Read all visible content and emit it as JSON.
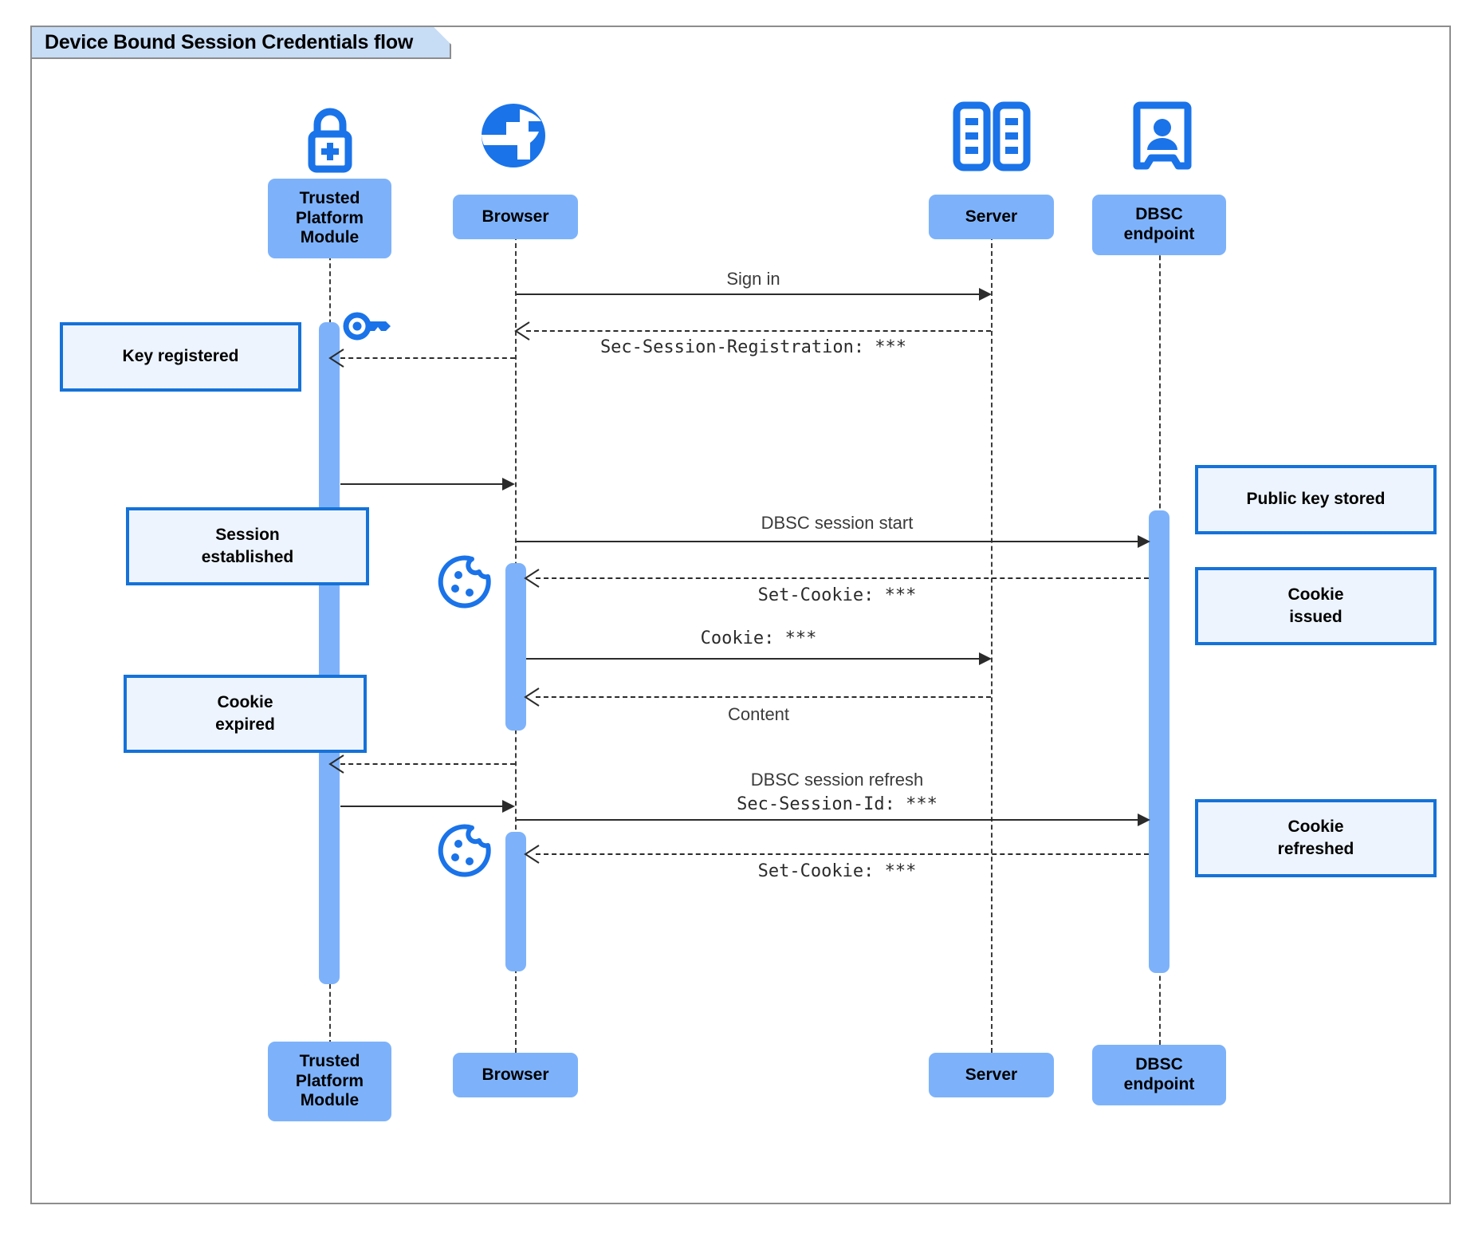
{
  "diagram": {
    "title": "Device Bound Session Credentials flow",
    "type": "sequence-diagram",
    "colors": {
      "participant_fill": "#7db2fb",
      "note_fill": "#edf4fd",
      "note_border": "#1572d8",
      "icon_blue": "#1a73e8",
      "frame_border": "#8d8d8d",
      "title_fill": "#c7dcf5",
      "line": "#2b2b2b"
    }
  },
  "participants": [
    {
      "id": "tpm",
      "label": "Trusted\nPlatform\nModule",
      "icon": "padlock-plus-icon"
    },
    {
      "id": "browser",
      "label": "Browser",
      "icon": "globe-icon"
    },
    {
      "id": "server",
      "label": "Server",
      "icon": "server-rack-icon"
    },
    {
      "id": "dbsc",
      "label": "DBSC\nendpoint",
      "icon": "id-badge-icon"
    }
  ],
  "participants_footer": [
    {
      "id": "tpm",
      "label": "Trusted\nPlatform\nModule"
    },
    {
      "id": "browser",
      "label": "Browser"
    },
    {
      "id": "server",
      "label": "Server"
    },
    {
      "id": "dbsc",
      "label": "DBSC\nendpoint"
    }
  ],
  "messages": [
    {
      "id": "m1",
      "from": "browser",
      "to": "server",
      "style": "solid",
      "label": "Sign in",
      "label_font": "sans"
    },
    {
      "id": "m2",
      "from": "server",
      "to": "browser",
      "style": "dashed",
      "label": "Sec-Session-Registration: ***",
      "label_font": "mono"
    },
    {
      "id": "m3",
      "from": "browser",
      "to": "tpm",
      "style": "dashed",
      "label": "",
      "label_font": "sans"
    },
    {
      "id": "m4",
      "from": "tpm",
      "to": "browser",
      "style": "solid",
      "label": "",
      "label_font": "sans"
    },
    {
      "id": "m5",
      "from": "browser",
      "to": "dbsc",
      "style": "solid",
      "label": "DBSC session start",
      "label_font": "sans"
    },
    {
      "id": "m6",
      "from": "dbsc",
      "to": "browser",
      "style": "dashed",
      "label": "Set-Cookie: ***",
      "label_font": "mono"
    },
    {
      "id": "m7",
      "from": "browser",
      "to": "server",
      "style": "solid",
      "label": "Cookie: ***",
      "label_font": "mono"
    },
    {
      "id": "m8",
      "from": "server",
      "to": "browser",
      "style": "dashed",
      "label": "Content",
      "label_font": "sans"
    },
    {
      "id": "m9",
      "from": "browser",
      "to": "tpm",
      "style": "dashed",
      "label": "",
      "label_font": "sans"
    },
    {
      "id": "m10",
      "from": "tpm",
      "to": "browser",
      "style": "solid",
      "label": "",
      "label_font": "sans"
    },
    {
      "id": "m11",
      "from": "browser",
      "to": "dbsc",
      "style": "solid",
      "label": "DBSC session refresh",
      "label2": "Sec-Session-Id: ***",
      "label_font": "sans",
      "label2_font": "mono"
    },
    {
      "id": "m12",
      "from": "dbsc",
      "to": "browser",
      "style": "dashed",
      "label": "Set-Cookie: ***",
      "label_font": "mono"
    }
  ],
  "notes": [
    {
      "id": "n1",
      "side": "left",
      "anchor": "tpm",
      "label": "Key registered"
    },
    {
      "id": "n2",
      "side": "left",
      "anchor": "tpm",
      "label": "Session\nestablished"
    },
    {
      "id": "n3",
      "side": "left",
      "anchor": "tpm",
      "label": "Cookie\nexpired"
    },
    {
      "id": "n4",
      "side": "right",
      "anchor": "dbsc",
      "label": "Public key stored"
    },
    {
      "id": "n5",
      "side": "right",
      "anchor": "dbsc",
      "label": "Cookie\nissued"
    },
    {
      "id": "n6",
      "side": "right",
      "anchor": "dbsc",
      "label": "Cookie\nrefreshed"
    }
  ],
  "inline_icons": [
    {
      "id": "key1",
      "name": "key-icon",
      "near": "tpm"
    },
    {
      "id": "cookie1",
      "name": "cookie-icon",
      "near": "browser"
    },
    {
      "id": "cookie2",
      "name": "cookie-icon",
      "near": "browser"
    }
  ]
}
